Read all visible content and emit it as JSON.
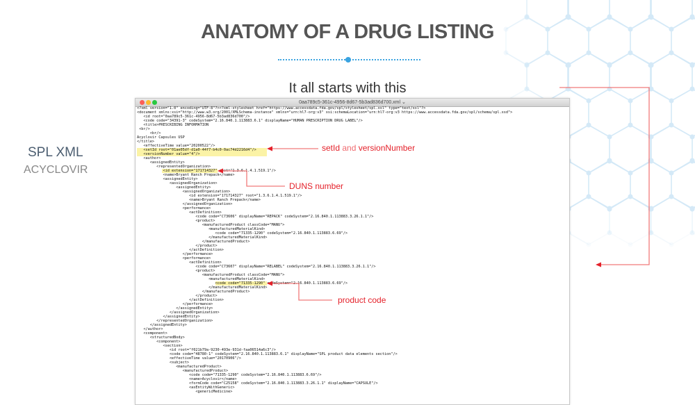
{
  "slide": {
    "title": "ANATOMY OF A DRUG LISTING",
    "subtitle": "It all starts with this",
    "side_label": "SPL XML",
    "side_sublabel": "ACYCLOVIR",
    "accent_color": "#3aa3e0",
    "annotation_color": "#e4212a"
  },
  "window": {
    "title": "0aa789c5-361c-4956-8d67-5b3ad836d700.xml ⌄",
    "lines": [
      "<?xml version=\"1.0\" encoding=\"UTF-8\"?><?xml-stylesheet href=\"https://www.accessdata.fda.gov/spl/stylesheet/spl.xsl\" type=\"text/xsl\"?>",
      "<document xmlns:xsi=\"http://www.w3.org/2001/XMLSchema-instance\" xmlns=\"urn:hl7-org:v3\" xsi:schemaLocation=\"urn:hl7-org:v3 https://www.accessdata.fda.gov/spl/schema/spl.xsd\">",
      "   <id root=\"0aa789c5-361c-4956-8d67-5b3ad836d700\"/>",
      "   <code code=\"34391-3\" codeSystem=\"2.16.840.1.113883.6.1\" displayName=\"HUMAN PRESCRIPTION DRUG LABEL\"/>",
      "   <title>PRESCRIBING INFORMATION",
      " <br/>",
      "      <br/>",
      "Acyclovir Capsules USP",
      "</title>",
      "   <effectiveTime value=\"20200522\"/>",
      "   <setId root=\"01ae05df-d1a0-44f7-b4c0-0ac74d2216d4\"/>",
      "   <versionNumber value=\"4\"/>",
      "   <author>",
      "      <assignedEntity>",
      "         <representedOrganization>",
      "            <id extension=\"171714327\" root=\"1.3.6.1.4.1.519.1\"/>",
      "            <name>Bryant Ranch Prepack</name>",
      "            <assignedEntity>",
      "               <assignedOrganization>",
      "                  <assignedEntity>",
      "                     <assignedOrganization>",
      "                        <id extension=\"171714327\" root=\"1.3.6.1.4.1.519.1\"/>",
      "                        <name>Bryant Ranch Prepack</name>",
      "                     </assignedOrganization>",
      "                     <performance>",
      "                        <actDefinition>",
      "                           <code code=\"C73606\" displayName=\"REPACK\" codeSystem=\"2.16.840.1.113883.3.26.1.1\"/>",
      "                           <product>",
      "                              <manufacturedProduct classCode=\"MANU\">",
      "                                 <manufacturedMaterialKind>",
      "                                    <code code=\"71335-1290\" codeSystem=\"2.16.840.1.113883.6.69\"/>",
      "                                 </manufacturedMaterialKind>",
      "                              </manufacturedProduct>",
      "                           </product>",
      "                        </actDefinition>",
      "                     </performance>",
      "                     <performance>",
      "                        <actDefinition>",
      "                           <code code=\"C73607\" displayName=\"RELABEL\" codeSystem=\"2.16.840.1.113883.3.26.1.1\"/>",
      "                           <product>",
      "                              <manufacturedProduct classCode=\"MANU\">",
      "                                 <manufacturedMaterialKind>",
      "                                    <code code=\"71335-1290\" codeSystem=\"2.16.840.1.113883.6.69\"/>",
      "                                 </manufacturedMaterialKind>",
      "                              </manufacturedProduct>",
      "                           </product>",
      "                        </actDefinition>",
      "                     </performance>",
      "                  </assignedEntity>",
      "               </assignedOrganization>",
      "            </assignedEntity>",
      "         </representedOrganization>",
      "      </assignedEntity>",
      "   </author>",
      "   <component>",
      "      <structuredBody>",
      "         <component>",
      "            <section>",
      "               <id root=\"f021b79a-9230-493e-931d-faa06514a6c3\"/>",
      "               <code code=\"48780-1\" codeSystem=\"2.16.840.1.113883.6.1\" displayName=\"SPL product data elements section\"/>",
      "               <effectiveTime value=\"20170906\"/>",
      "               <subject>",
      "                  <manufacturedProduct>",
      "                     <manufacturedProduct>",
      "                        <code code=\"71335-1290\" codeSystem=\"2.16.840.1.113883.6.69\"/>",
      "                        <name>Acyclovir</name>",
      "                        <formCode code=\"C25158\" codeSystem=\"2.16.840.1.113883.3.26.1.1\" displayName=\"CAPSULE\"/>",
      "                        <asEntityWithGeneric>",
      "                           <genericMedicine>"
    ]
  },
  "annotations": {
    "setid": {
      "part1": "setId",
      "part2": " and ",
      "part3": "versionNumber"
    },
    "duns": "DUNS number",
    "product_code": "product code"
  }
}
